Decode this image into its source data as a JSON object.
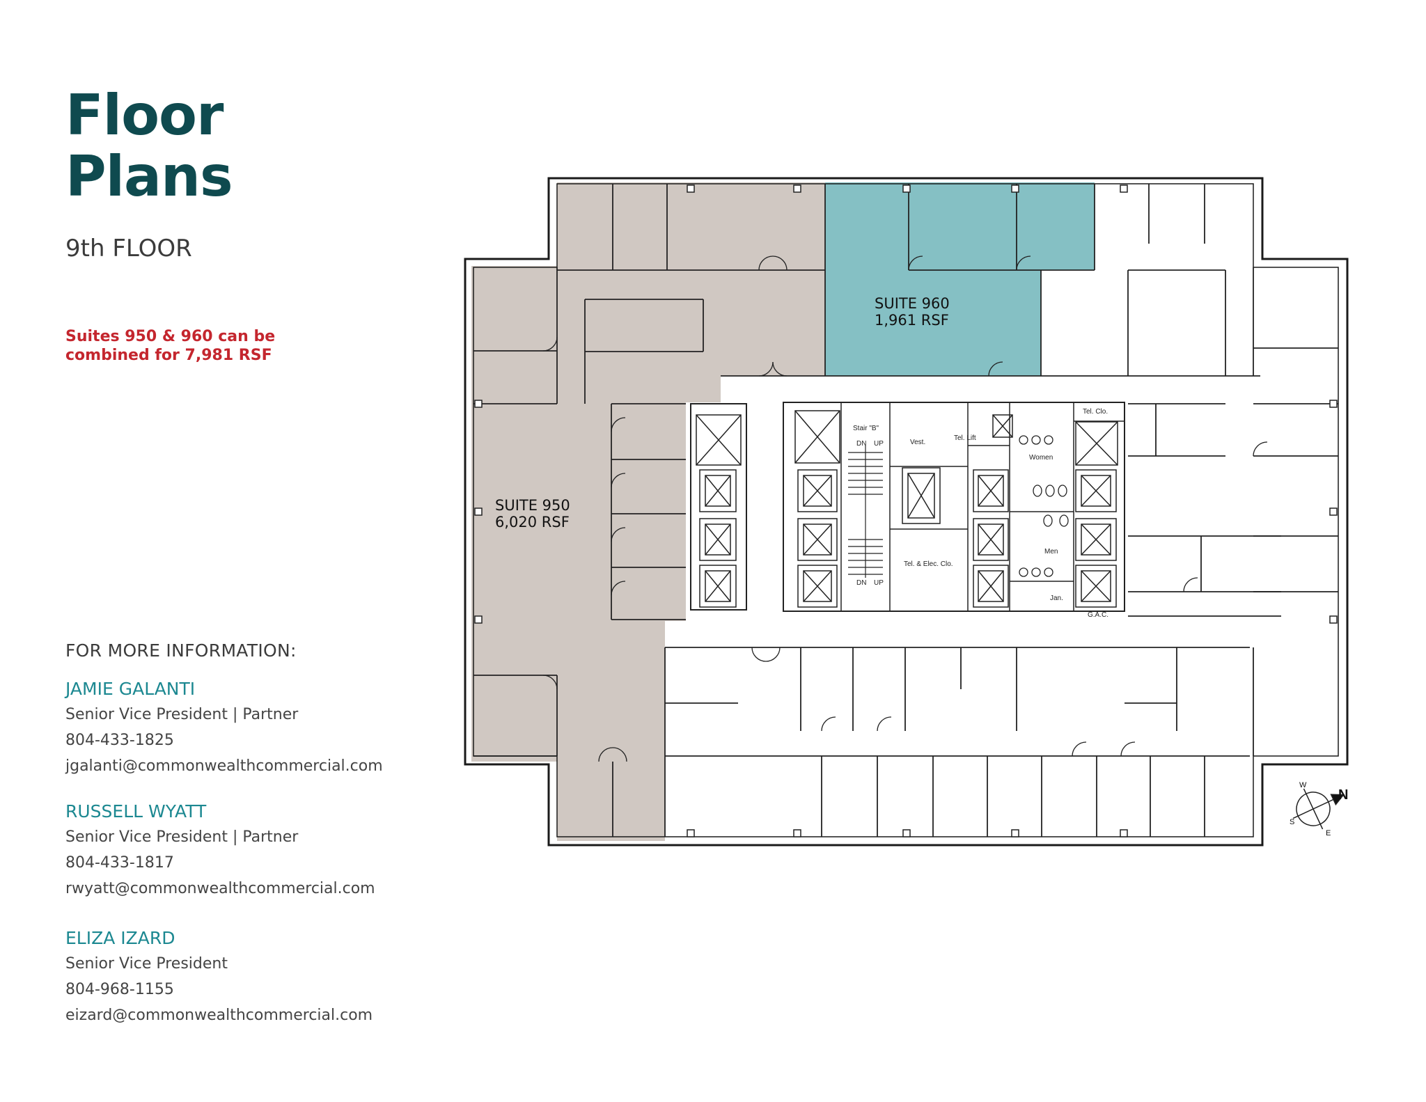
{
  "title": {
    "line1": "Floor",
    "line2": "Plans"
  },
  "floor": "9th FLOOR",
  "note": "Suites 950 & 960 can be combined for 7,981 RSF",
  "info_heading": "FOR MORE INFORMATION:",
  "contacts": [
    {
      "name": "JAMIE GALANTI",
      "title": "Senior Vice President | Partner",
      "phone": "804-433-1825",
      "email": "jgalanti@commonwealthcommercial.com"
    },
    {
      "name": "RUSSELL WYATT",
      "title": "Senior Vice President | Partner",
      "phone": "804-433-1817",
      "email": "rwyatt@commonwealthcommercial.com"
    },
    {
      "name": "ELIZA IZARD",
      "title": "Senior Vice President",
      "phone": "804-968-1155",
      "email": "eizard@commonwealthcommercial.com"
    }
  ],
  "plan": {
    "suites": [
      {
        "name": "SUITE 950",
        "area": "6,020 RSF",
        "color": "#d0c8c2"
      },
      {
        "name": "SUITE 960",
        "area": "1,961 RSF",
        "color": "#85c0c4"
      }
    ],
    "rooms": {
      "stair_b": "Stair \"B\"",
      "vest": "Vest.",
      "tel_lift": "Tel. Lift",
      "tel_clo": "Tel. Clo.",
      "women": "Women",
      "men": "Men",
      "jan": "Jan.",
      "gac": "G.A.C.",
      "tel_elec": "Tel. & Elec. Clo.",
      "dn": "DN",
      "up": "UP"
    },
    "compass": {
      "n": "N",
      "s": "S",
      "e": "E",
      "w": "W"
    }
  },
  "colors": {
    "title": "#0f4a4f",
    "accent_name": "#1c8891",
    "note": "#c4262e"
  }
}
